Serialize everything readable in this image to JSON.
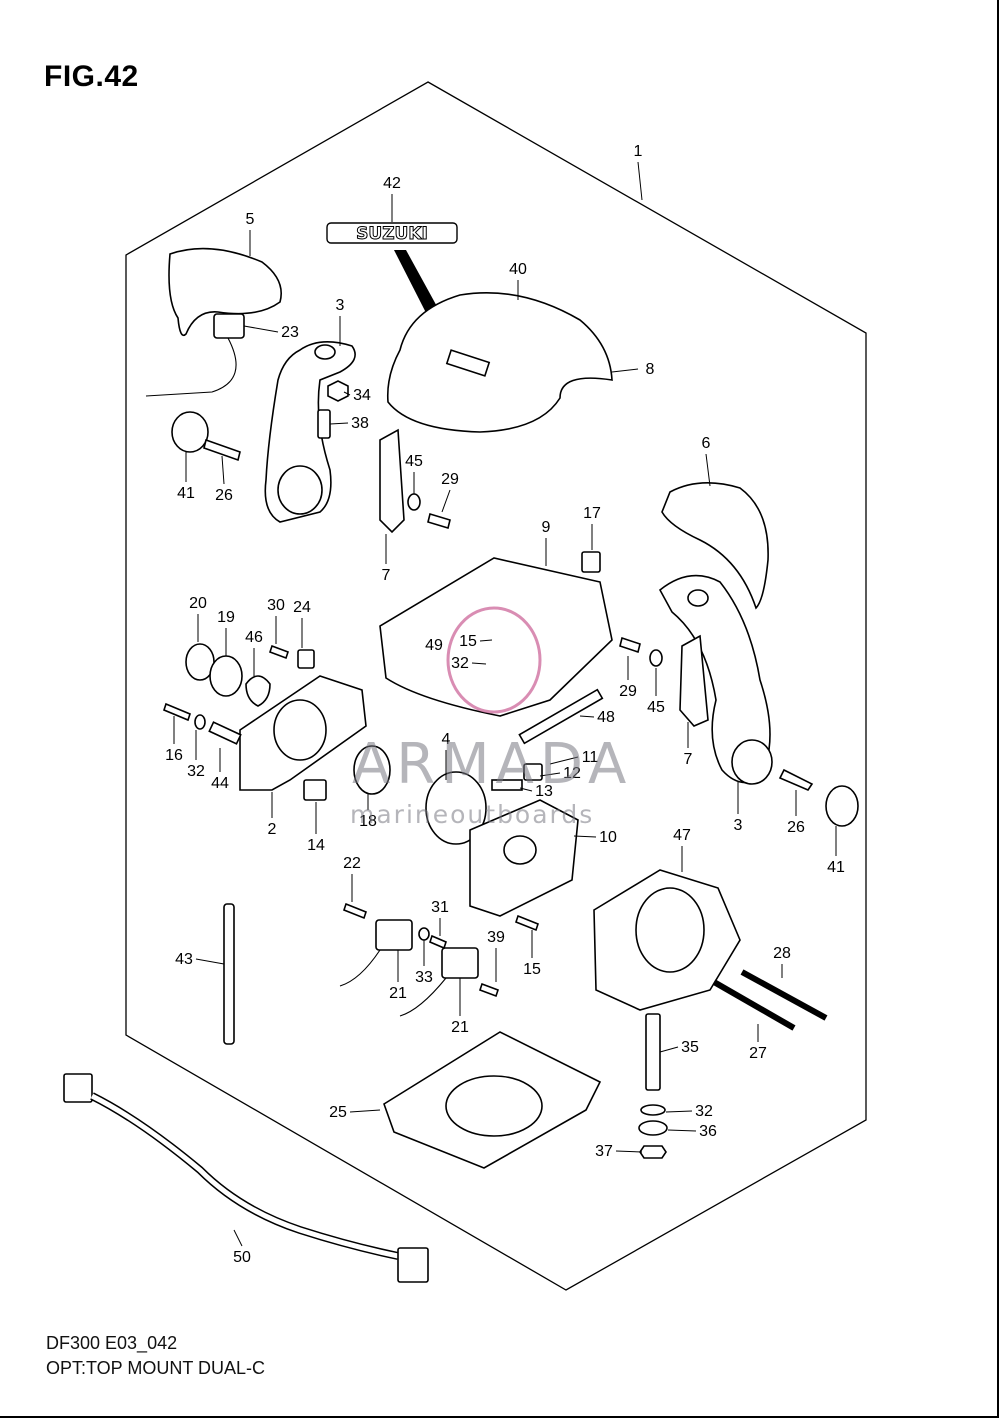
{
  "figure": {
    "title": "FIG.42",
    "code": "DF300 E03_042",
    "description": "OPT:TOP MOUNT DUAL-C"
  },
  "badge_text": "SUZUKI",
  "watermark": {
    "main": "ARMADA",
    "sub": "marineoutboards",
    "color": "#c0407a"
  },
  "callouts": [
    {
      "id": "1",
      "label": "1"
    },
    {
      "id": "42",
      "label": "42"
    },
    {
      "id": "5",
      "label": "5"
    },
    {
      "id": "3a",
      "label": "3"
    },
    {
      "id": "23",
      "label": "23"
    },
    {
      "id": "34",
      "label": "34"
    },
    {
      "id": "38",
      "label": "38"
    },
    {
      "id": "40",
      "label": "40"
    },
    {
      "id": "8",
      "label": "8"
    },
    {
      "id": "41a",
      "label": "41"
    },
    {
      "id": "26a",
      "label": "26"
    },
    {
      "id": "45a",
      "label": "45"
    },
    {
      "id": "29a",
      "label": "29"
    },
    {
      "id": "7a",
      "label": "7"
    },
    {
      "id": "6",
      "label": "6"
    },
    {
      "id": "9",
      "label": "9"
    },
    {
      "id": "17",
      "label": "17"
    },
    {
      "id": "20",
      "label": "20"
    },
    {
      "id": "19",
      "label": "19"
    },
    {
      "id": "30",
      "label": "30"
    },
    {
      "id": "24",
      "label": "24"
    },
    {
      "id": "46",
      "label": "46"
    },
    {
      "id": "15a",
      "label": "15"
    },
    {
      "id": "49",
      "label": "49"
    },
    {
      "id": "32a",
      "label": "32"
    },
    {
      "id": "29b",
      "label": "29"
    },
    {
      "id": "45b",
      "label": "45"
    },
    {
      "id": "48",
      "label": "48"
    },
    {
      "id": "7b",
      "label": "7"
    },
    {
      "id": "16",
      "label": "16"
    },
    {
      "id": "32b",
      "label": "32"
    },
    {
      "id": "44",
      "label": "44"
    },
    {
      "id": "2",
      "label": "2"
    },
    {
      "id": "4",
      "label": "4"
    },
    {
      "id": "11",
      "label": "11"
    },
    {
      "id": "12",
      "label": "12"
    },
    {
      "id": "13",
      "label": "13"
    },
    {
      "id": "18",
      "label": "18"
    },
    {
      "id": "14",
      "label": "14"
    },
    {
      "id": "10",
      "label": "10"
    },
    {
      "id": "3b",
      "label": "3"
    },
    {
      "id": "26b",
      "label": "26"
    },
    {
      "id": "41b",
      "label": "41"
    },
    {
      "id": "47",
      "label": "47"
    },
    {
      "id": "22",
      "label": "22"
    },
    {
      "id": "31",
      "label": "31"
    },
    {
      "id": "39",
      "label": "39"
    },
    {
      "id": "15b",
      "label": "15"
    },
    {
      "id": "43",
      "label": "43"
    },
    {
      "id": "33",
      "label": "33"
    },
    {
      "id": "21a",
      "label": "21"
    },
    {
      "id": "21b",
      "label": "21"
    },
    {
      "id": "28",
      "label": "28"
    },
    {
      "id": "27",
      "label": "27"
    },
    {
      "id": "35",
      "label": "35"
    },
    {
      "id": "32c",
      "label": "32"
    },
    {
      "id": "36",
      "label": "36"
    },
    {
      "id": "37",
      "label": "37"
    },
    {
      "id": "25",
      "label": "25"
    },
    {
      "id": "50",
      "label": "50"
    }
  ]
}
